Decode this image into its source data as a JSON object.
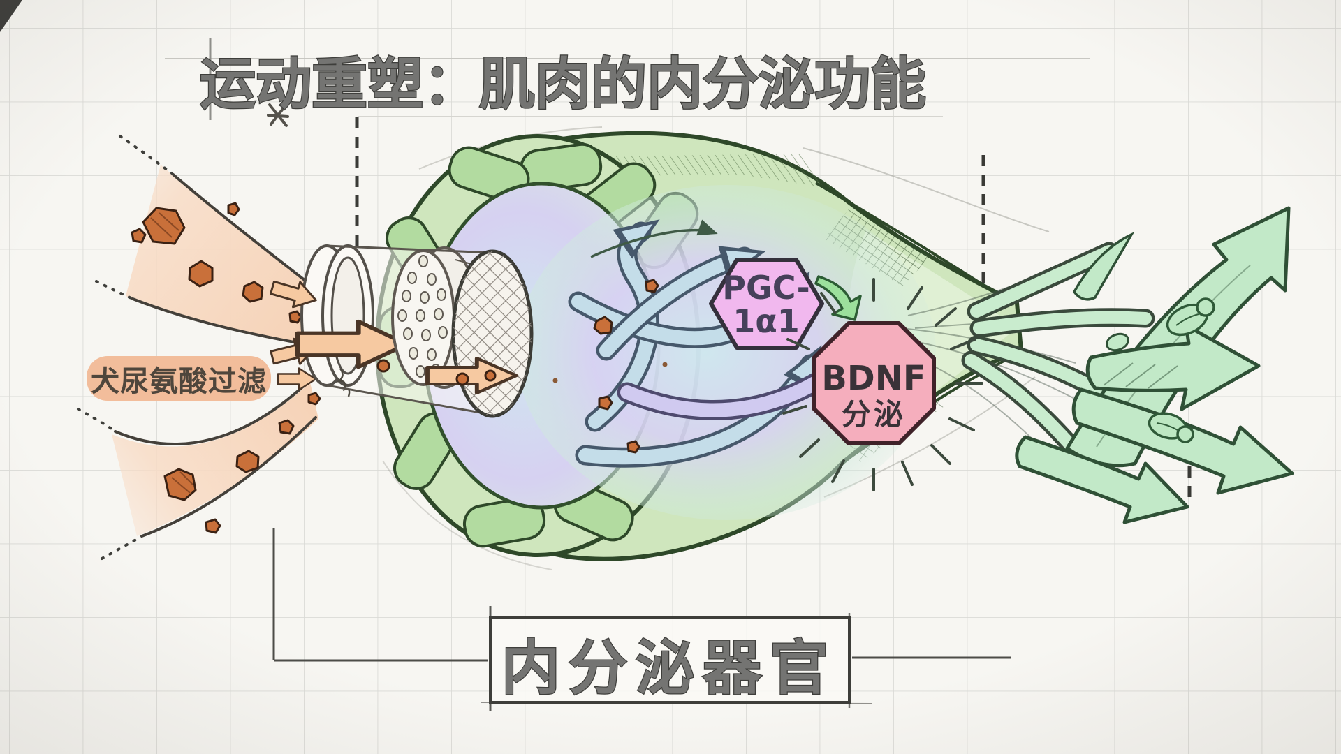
{
  "title": "运动重塑：肌肉的内分泌功能",
  "labels": {
    "input_filter": "犬尿氨酸过滤",
    "organ": "内分泌器官"
  },
  "nodes": {
    "pgc": {
      "line1": "PGC-",
      "line2": "1α1"
    },
    "bdnf": {
      "line1": "BDNF",
      "line2": "分泌"
    }
  },
  "icons": {
    "input_particles": "kynurenine-particles",
    "filter": "filter-cylinder",
    "muscle": "muscle-endocrine-organ",
    "output": "myokine-output-arrows"
  },
  "colors": {
    "paper": "#f7f6f2",
    "grid_line": "#dadad6",
    "title_text": "#747472",
    "stream_fill": "#f8dcc6",
    "stream_outline": "#44403a",
    "particle_fill": "#c9703a",
    "particle_outline": "#3a2113",
    "label_highlight": "#f2bd9b",
    "label_text": "#4f463c",
    "orange_arrow": "#f6c9a1",
    "muscle_fill": "#cfe6bd",
    "muscle_outline": "#2e4829",
    "lobe_fill": "#b2dba0",
    "interior_blue": "#cfe7f0",
    "interior_lavender": "#d6d1f1",
    "swirl_arrow_fill": "#c4dde9",
    "swirl_arrow_outline": "#46586b",
    "pgc_fill": "#f1b8ee",
    "pgc_outline": "#34303c",
    "pgc_text": "#46405a",
    "bdnf_fill": "#f5aebd",
    "bdnf_outline": "#3f2229",
    "bdnf_text": "#3a3238",
    "green_arrow_fill": "#c2e9c8",
    "green_arrow_outline": "#2f5036",
    "mesh_line": "#8d8780"
  }
}
